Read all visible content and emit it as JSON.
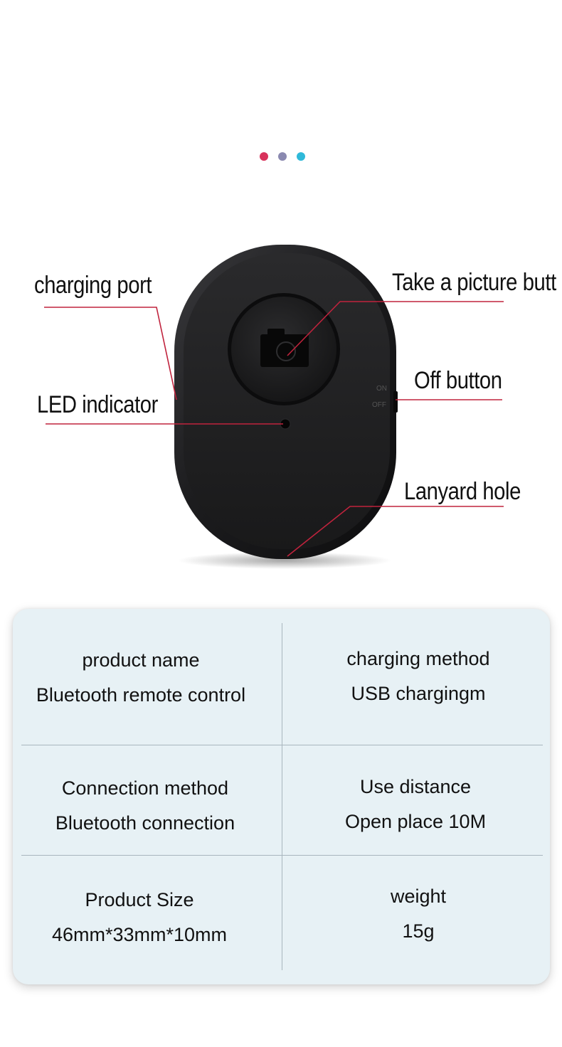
{
  "colors": {
    "dot_1": "#d8325b",
    "dot_2": "#8a89b0",
    "dot_3": "#2fb9d9",
    "callout_line": "#c0233d",
    "device_body": "#1b1b1d",
    "card_bg": "#e7f1f5"
  },
  "pagination": {
    "dots": [
      {
        "state": "active",
        "color": "#d8325b"
      },
      {
        "state": "inactive",
        "color": "#8a89b0"
      },
      {
        "state": "inactive",
        "color": "#2fb9d9"
      }
    ]
  },
  "figure": {
    "icon": "camera-icon",
    "callouts": {
      "charging_port": "charging port",
      "led_indicator": "LED indicator",
      "take_picture": "Take a picture butt",
      "off_button": "Off button",
      "lanyard_hole": "Lanyard hole"
    },
    "switch_labels": {
      "on": "ON",
      "off": "OFF"
    }
  },
  "specs": [
    {
      "label": "product name",
      "value": "Bluetooth remote control"
    },
    {
      "label": "charging method",
      "value": "USB chargingm"
    },
    {
      "label": "Connection method",
      "value": "Bluetooth connection"
    },
    {
      "label": "Use distance",
      "value": "Open place 10M"
    },
    {
      "label": "Product Size",
      "value": "46mm*33mm*10mm"
    },
    {
      "label": "weight",
      "value": "15g"
    }
  ]
}
